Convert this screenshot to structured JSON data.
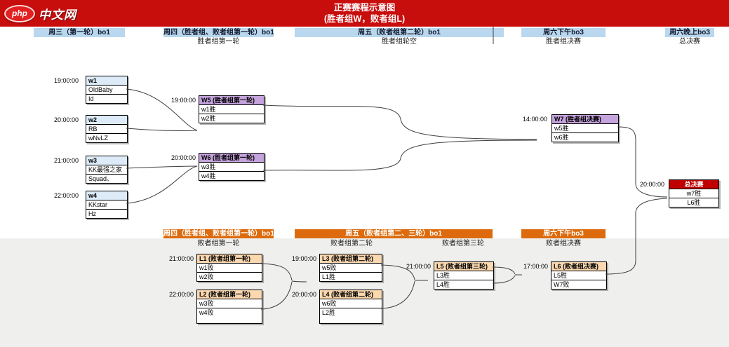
{
  "banner": {
    "title_line1": "正赛赛程示意图",
    "title_line2": "(胜者组W，败者组L)",
    "logo_php": "php",
    "logo_text": "中文网"
  },
  "headers": {
    "winners": {
      "h1": {
        "label": "周三（第一轮）bo1"
      },
      "h2": {
        "label": "周四（胜者组、败者组第一轮）bo1",
        "sub": "胜者组第一轮"
      },
      "h3": {
        "label": "周五（败者组第二轮）bo1",
        "sub": "胜者组轮空"
      },
      "h4": {
        "label": "周六下午bo3",
        "sub": "胜者组决赛"
      },
      "h5": {
        "label": "周六晚上bo3",
        "sub": "总决赛"
      }
    },
    "losers": {
      "o1": {
        "label": "周四（胜者组、败者组第一轮）bo1",
        "sub": "败者组第一轮"
      },
      "o2": {
        "label": "周五（败者组第二、三轮）bo1",
        "sub_a": "败者组第二轮",
        "sub_b": "败者组第三轮"
      },
      "o3": {
        "label": "周六下午bo3",
        "sub": "败者组决赛"
      }
    }
  },
  "matches": {
    "w1": {
      "time": "19:00:00",
      "title": "w1",
      "p1": "OldBaby",
      "p2": "Id"
    },
    "w2": {
      "time": "20:00:00",
      "title": "w2",
      "p1": "RB",
      "p2": "wNvLZ"
    },
    "w3": {
      "time": "21:00:00",
      "title": "w3",
      "p1": "KK最强之家",
      "p2": "Squad、"
    },
    "w4": {
      "time": "22:00:00",
      "title": "w4",
      "p1": "KKstar",
      "p2": "Hz"
    },
    "W5": {
      "time": "19:00:00",
      "title": "W5 (胜者组第一轮)",
      "p1": "w1胜",
      "p2": "w2胜"
    },
    "W6": {
      "time": "20:00:00",
      "title": "W6 (胜者组第一轮)",
      "p1": "w3胜",
      "p2": "w4胜"
    },
    "W7": {
      "time": "14:00:00",
      "title": "W7 (胜者组决赛)",
      "p1": "w5胜",
      "p2": "w6胜"
    },
    "F": {
      "time": "20:00:00",
      "title": "总决赛",
      "p1": "w7胜",
      "p2": "L6胜"
    },
    "L1": {
      "time": "21:00:00",
      "title": "L1 (败者组第一轮)",
      "p1": "w1败",
      "p2": "w2败"
    },
    "L2": {
      "time": "22:00:00",
      "title": "L2 (败者组第一轮)",
      "p1": "w3败",
      "p2": "w4败"
    },
    "L3": {
      "time": "19:00:00",
      "title": "L3 (败者组第二轮)",
      "p1": "w5败",
      "p2": "L1胜"
    },
    "L4": {
      "time": "20:00:00",
      "title": "L4 (败者组第二轮)",
      "p1": "w6败",
      "p2": "L2胜"
    },
    "L5": {
      "time": "21:00:00",
      "title": "L5 (败者组第三轮)",
      "p1": "L3胜",
      "p2": "L4胜"
    },
    "L6": {
      "time": "17:00:00",
      "title": "L6 (败者组决赛)",
      "p1": "L5胜",
      "p2": "W7败"
    }
  },
  "colors": {
    "banner_red": "#c80d0d",
    "final_red": "#c00000",
    "winners_band_blue": "#b9d7ee",
    "losers_band_orange": "#dd6b0d",
    "seed_header_blue": "#dcebf7",
    "winners_header_purple": "#c5a3dc",
    "losers_header_peach": "#fbd8b0",
    "grey_zone": "#efefee"
  }
}
